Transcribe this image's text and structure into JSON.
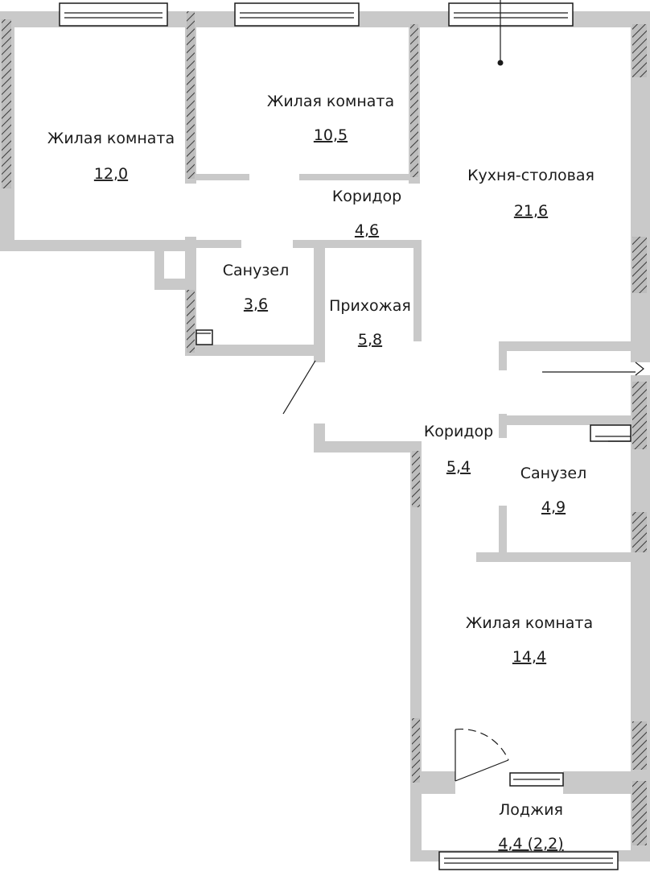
{
  "rooms": [
    {
      "id": "living1",
      "name": "Жилая комната",
      "area": "12,0"
    },
    {
      "id": "living2",
      "name": "Жилая комната",
      "area": "10,5"
    },
    {
      "id": "kitchen",
      "name": "Кухня-столовая",
      "area": "21,6"
    },
    {
      "id": "corridor1",
      "name": "Коридор",
      "area": "4,6"
    },
    {
      "id": "bath1",
      "name": "Санузел",
      "area": "3,6"
    },
    {
      "id": "hall",
      "name": "Прихожая",
      "area": "5,8"
    },
    {
      "id": "corridor2",
      "name": "Коридор",
      "area": "5,4"
    },
    {
      "id": "bath2",
      "name": "Санузел",
      "area": "4,9"
    },
    {
      "id": "living3",
      "name": "Жилая комната",
      "area": "14,4"
    },
    {
      "id": "loggia",
      "name": "Лоджия",
      "area": "4,4 (2,2)"
    }
  ],
  "colors": {
    "wall": "#c9c9c9",
    "line": "#1a1a1a",
    "background": "#ffffff"
  }
}
